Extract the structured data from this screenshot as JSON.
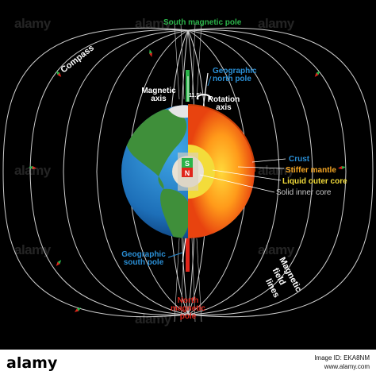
{
  "colors": {
    "background": "#000000",
    "field_lines": "#cfcfcf",
    "south_magnetic_pole": "#2bb44a",
    "north_magnetic_pole": "#e0261b",
    "geographic_label": "#2a8fd6",
    "crust": "#2a8fd6",
    "stiffer_mantle": "#f5a623",
    "liquid_outer_core": "#f3dc3a",
    "solid_inner_core": "#c8c8c8",
    "text": "#ffffff"
  },
  "labels": {
    "south_magnetic_pole": "South magnetic pole",
    "geographic_north_pole": "Geographic north pole",
    "magnetic_axis": "Magnetic axis",
    "angle": "11.5°",
    "rotation_axis": "Rotation axis",
    "compass": "Compass",
    "geographic_south_pole": "Geographic south pole",
    "north_magnetic_pole": "North magnetic pole",
    "magnetic_field_lines": "Magnetic field lines"
  },
  "layers": [
    {
      "name": "Crust",
      "color": "#2a8fd6"
    },
    {
      "name": "Stiffer mantle",
      "color": "#f5a623"
    },
    {
      "name": "Liquid outer core",
      "color": "#f3dc3a"
    },
    {
      "name": "Solid inner core",
      "color": "#c8c8c8"
    }
  ],
  "magnet": {
    "south": "S",
    "north": "N"
  },
  "watermark": "alamy",
  "footer": {
    "logo": "alamy",
    "image_id": "Image ID: EKA8NM",
    "site": "www.alamy.com"
  }
}
